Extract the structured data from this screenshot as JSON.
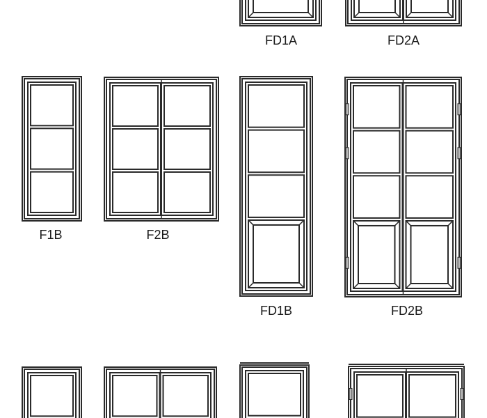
{
  "title": "Window and door types",
  "colors": {
    "line": "#2a2a2a",
    "background": "#ffffff",
    "hinge": "#bbbbbb"
  },
  "items": [
    {
      "id": "fd1a",
      "label": "FD1A",
      "type": "door",
      "leaves": 1
    },
    {
      "id": "fd2a",
      "label": "FD2A",
      "type": "door",
      "leaves": 2
    },
    {
      "id": "f1b",
      "label": "F1B",
      "type": "window",
      "leaves": 1,
      "pane_rows": 3
    },
    {
      "id": "f2b",
      "label": "F2B",
      "type": "window",
      "leaves": 2,
      "pane_rows": 3
    },
    {
      "id": "fd1b",
      "label": "FD1B",
      "type": "door",
      "leaves": 1,
      "pane_rows": 3,
      "panel_rows": 1
    },
    {
      "id": "fd2b",
      "label": "FD2B",
      "type": "door",
      "leaves": 2,
      "pane_rows": 3,
      "panel_rows": 1
    }
  ]
}
